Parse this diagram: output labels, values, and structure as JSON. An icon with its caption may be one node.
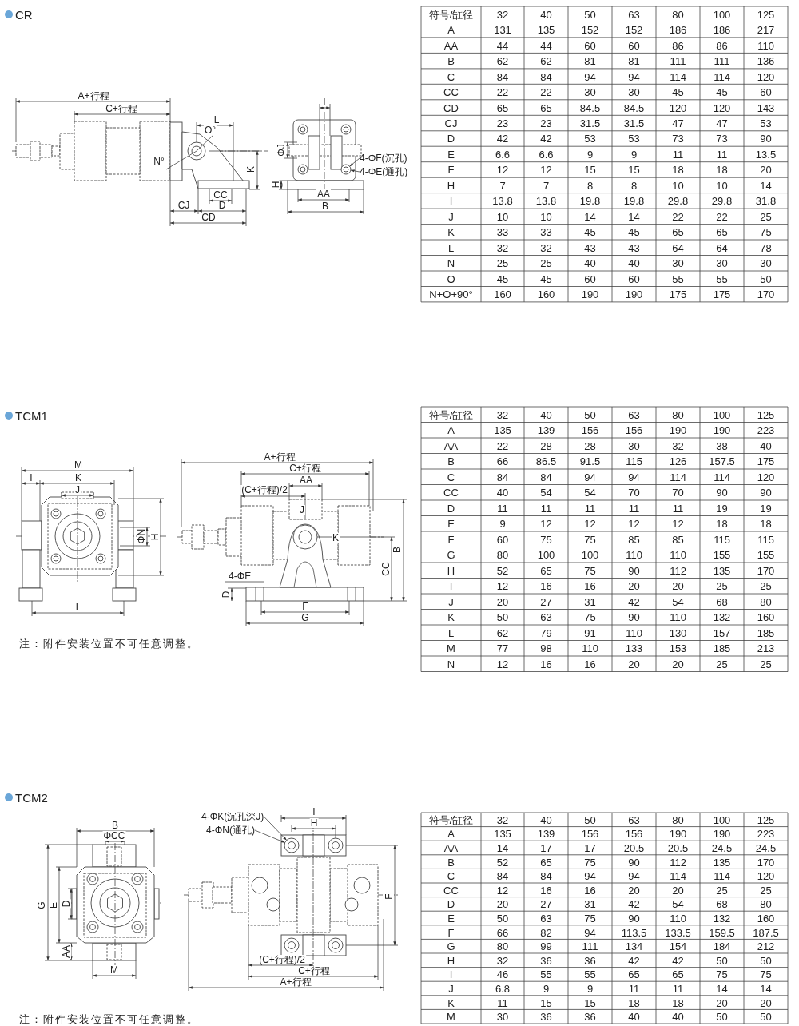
{
  "diagram": {
    "nodes": [
      {
        "text": [
          "4-ΦF(沉孔)"
        ]
      },
      {
        "text": [
          "4-ΦE(通孔)"
        ]
      },
      {
        "text": [],
        "shape": "circle"
      },
      {
        "text": [
          "4-ΦK(沉孔深J)"
        ]
      },
      {
        "text": [
          "4-ΦN(通孔)"
        ]
      },
      {
        "text": [],
        "shape": "circle"
      }
    ],
    "edges": [
      {
        "from": 0,
        "to": 2,
        "arrow": "to"
      },
      {
        "from": 1,
        "to": 2,
        "arrow": "to"
      },
      {
        "from": 3,
        "to": 5,
        "arrow": "to"
      },
      {
        "from": 4,
        "to": 5,
        "arrow": "to"
      }
    ],
    "labels": [
      "CR",
      "A+行程",
      "C+行程",
      "L",
      "O°",
      "N°",
      "K",
      "CC",
      "CJ",
      "D",
      "CD",
      "I",
      "ΦJ",
      "H",
      "AA",
      "B",
      "符号/缸径",
      "32",
      "40",
      "50",
      "63",
      "80",
      "100",
      "125",
      "A",
      "131",
      "135",
      "152",
      "152",
      "186",
      "186",
      "217",
      "AA",
      "44",
      "44",
      "60",
      "60",
      "86",
      "86",
      "110",
      "B",
      "62",
      "62",
      "81",
      "81",
      "111",
      "111",
      "136",
      "C",
      "84",
      "84",
      "94",
      "94",
      "114",
      "114",
      "120",
      "CC",
      "22",
      "22",
      "30",
      "30",
      "45",
      "45",
      "60",
      "CD",
      "65",
      "65",
      "84.5",
      "84.5",
      "120",
      "120",
      "143",
      "CJ",
      "23",
      "23",
      "31.5",
      "31.5",
      "47",
      "47",
      "53",
      "D",
      "42",
      "42",
      "53",
      "53",
      "73",
      "73",
      "90",
      "E",
      "6.6",
      "6.6",
      "9",
      "9",
      "11",
      "11",
      "13.5",
      "F",
      "12",
      "12",
      "15",
      "15",
      "18",
      "18",
      "20",
      "H",
      "7",
      "7",
      "8",
      "8",
      "10",
      "10",
      "14",
      "I",
      "13.8",
      "13.8",
      "19.8",
      "19.8",
      "29.8",
      "29.8",
      "31.8",
      "J",
      "10",
      "10",
      "14",
      "14",
      "22",
      "22",
      "25",
      "K",
      "33",
      "33",
      "45",
      "45",
      "65",
      "65",
      "75",
      "L",
      "32",
      "32",
      "43",
      "43",
      "64",
      "64",
      "78",
      "N",
      "25",
      "25",
      "40",
      "40",
      "30",
      "30",
      "30",
      "O",
      "45",
      "45",
      "60",
      "60",
      "55",
      "55",
      "50",
      "N+O+90°",
      "160",
      "160",
      "190",
      "190",
      "175",
      "175",
      "170",
      "TCM1",
      "M",
      "I",
      "K",
      "J",
      "ΦN",
      "H",
      "L",
      "A+行程",
      "C+行程",
      "AA",
      "(C+行程)/2",
      "J",
      "K",
      "B",
      "CC",
      "4-ΦE",
      "D",
      "F",
      "G",
      "注：附件安装位置不可任意调整。",
      "符号/缸径",
      "32",
      "40",
      "50",
      "63",
      "80",
      "100",
      "125",
      "A",
      "135",
      "139",
      "156",
      "156",
      "190",
      "190",
      "223",
      "AA",
      "22",
      "28",
      "28",
      "30",
      "32",
      "38",
      "40",
      "B",
      "66",
      "86.5",
      "91.5",
      "115",
      "126",
      "157.5",
      "175",
      "C",
      "84",
      "84",
      "94",
      "94",
      "114",
      "114",
      "120",
      "CC",
      "40",
      "54",
      "54",
      "70",
      "70",
      "90",
      "90",
      "D",
      "11",
      "11",
      "11",
      "11",
      "11",
      "19",
      "19",
      "E",
      "9",
      "12",
      "12",
      "12",
      "12",
      "18",
      "18",
      "F",
      "60",
      "75",
      "75",
      "85",
      "85",
      "115",
      "115",
      "G",
      "80",
      "100",
      "100",
      "110",
      "110",
      "155",
      "155",
      "H",
      "52",
      "65",
      "75",
      "90",
      "112",
      "135",
      "170",
      "I",
      "12",
      "16",
      "16",
      "20",
      "20",
      "25",
      "25",
      "J",
      "20",
      "27",
      "31",
      "42",
      "54",
      "68",
      "80",
      "K",
      "50",
      "63",
      "75",
      "90",
      "110",
      "132",
      "160",
      "L",
      "62",
      "79",
      "91",
      "110",
      "130",
      "157",
      "185",
      "M",
      "77",
      "98",
      "110",
      "133",
      "153",
      "185",
      "213",
      "N",
      "12",
      "16",
      "16",
      "20",
      "20",
      "25",
      "25",
      "TCM2",
      "B",
      "ΦCC",
      "G",
      "E",
      "D",
      "AA",
      "M",
      "I",
      "H",
      "F",
      "(C+行程)/2",
      "C+行程",
      "A+行程",
      "注：附件安装位置不可任意调整。",
      "符号/缸径",
      "32",
      "40",
      "50",
      "63",
      "80",
      "100",
      "125",
      "A",
      "135",
      "139",
      "156",
      "156",
      "190",
      "190",
      "223",
      "AA",
      "14",
      "17",
      "17",
      "20.5",
      "20.5",
      "24.5",
      "24.5",
      "B",
      "52",
      "65",
      "75",
      "90",
      "112",
      "135",
      "170",
      "C",
      "84",
      "84",
      "94",
      "94",
      "114",
      "114",
      "120",
      "CC",
      "12",
      "16",
      "16",
      "20",
      "20",
      "25",
      "25",
      "D",
      "20",
      "27",
      "31",
      "42",
      "54",
      "68",
      "80",
      "E",
      "50",
      "63",
      "75",
      "90",
      "110",
      "132",
      "160",
      "F",
      "66",
      "82",
      "94",
      "113.5",
      "133.5",
      "159.5",
      "187.5",
      "G",
      "80",
      "99",
      "111",
      "134",
      "154",
      "184",
      "212",
      "H",
      "32",
      "36",
      "36",
      "42",
      "42",
      "50",
      "50",
      "I",
      "46",
      "55",
      "55",
      "65",
      "65",
      "75",
      "75",
      "J",
      "6.8",
      "9",
      "9",
      "11",
      "11",
      "14",
      "14",
      "K",
      "11",
      "15",
      "15",
      "18",
      "18",
      "20",
      "20",
      "M",
      "30",
      "36",
      "36",
      "40",
      "40",
      "50",
      "50"
    ]
  }
}
